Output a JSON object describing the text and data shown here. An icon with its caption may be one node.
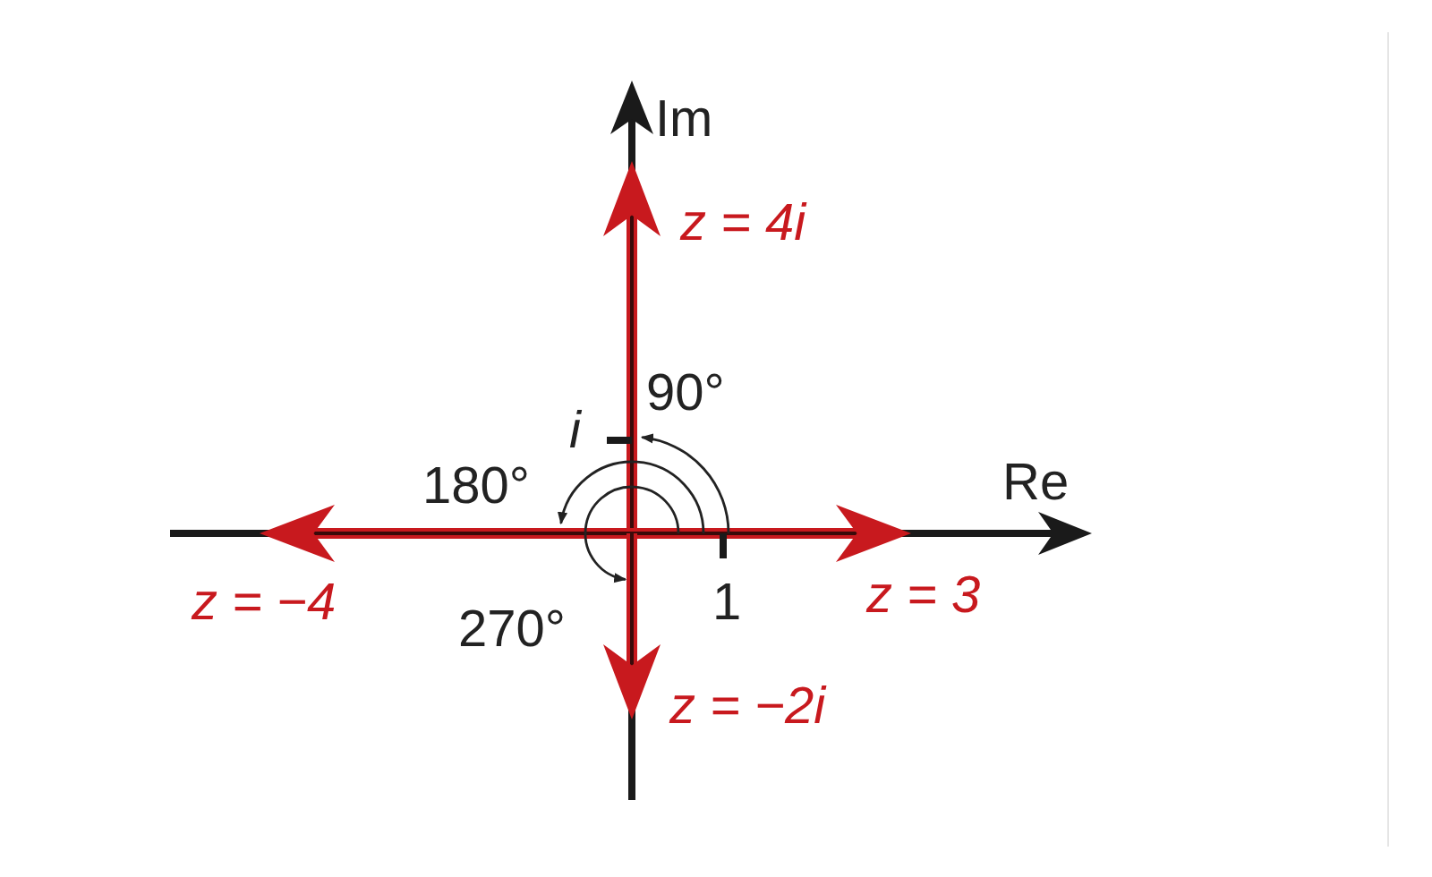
{
  "diagram": {
    "labels": [
      "Im",
      "z = 4i",
      "90°",
      "*i*",
      "180°",
      "Re",
      "z = −4",
      "1",
      "z = 3",
      "270°",
      "z = −2i"
    ]
  }
}
